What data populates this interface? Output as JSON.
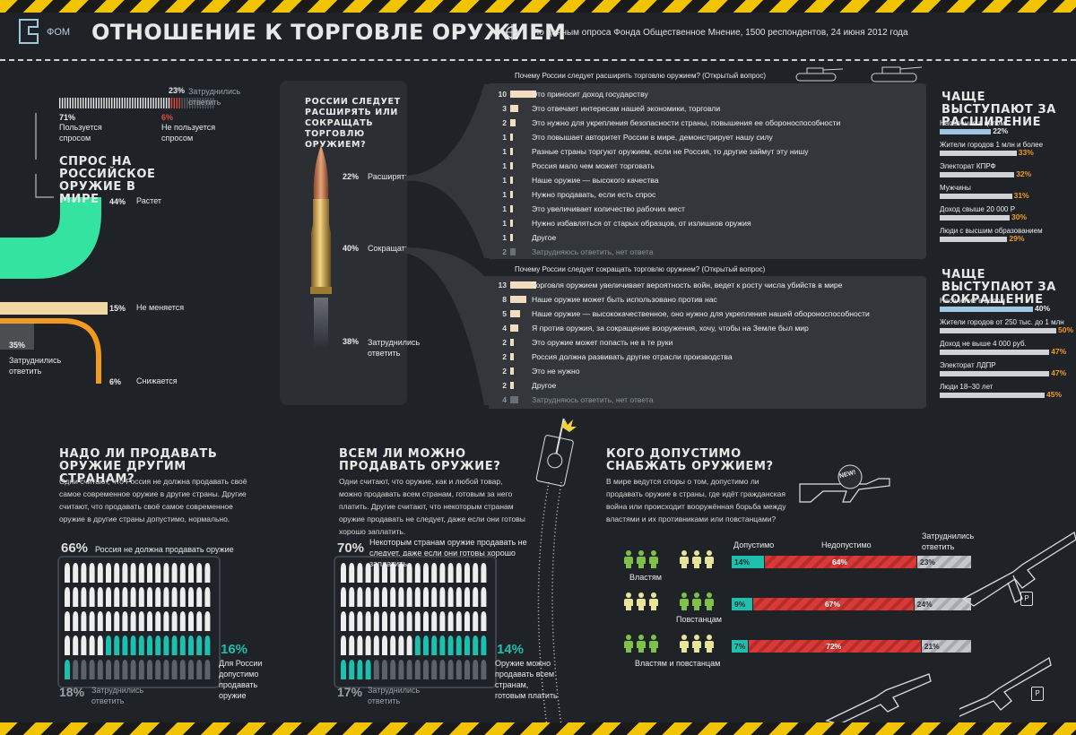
{
  "header": {
    "logo_text": "ФОМ",
    "title": "ОТНОШЕНИЕ К ТОРГОВЛЕ ОРУЖИЕМ",
    "source": "По данным опроса Фонда Общественное Мнение, 1500 респондентов, 24 июня 2012 года"
  },
  "colors": {
    "accent_green": "#35e3a1",
    "accent_orange": "#f39a1e",
    "accent_teal": "#1dbfae",
    "accent_red": "#d93a37",
    "hazard_yellow": "#f2c400"
  },
  "demand_poll": {
    "percents": [
      "71%",
      "6%",
      "23%"
    ],
    "labels": [
      "Пользуется спросом",
      "Не пользуется спросом",
      "Затруднились ответить"
    ]
  },
  "world_demand": {
    "title": "СПРОС НА РОССИЙСКОЕ ОРУЖИЕ В МИРЕ",
    "items": [
      {
        "pct": "44%",
        "label": "Растет"
      },
      {
        "pct": "15%",
        "label": "Не меняется"
      },
      {
        "pct": "6%",
        "label": "Снижается"
      },
      {
        "pct": "35%",
        "label": "Затруднились ответить"
      }
    ]
  },
  "center_question": {
    "title": "РОССИИ СЛЕДУЕТ РАСШИРЯТЬ ИЛИ СОКРАЩАТЬ ТОРГОВЛЮ ОРУЖИЕМ?",
    "options": [
      {
        "pct": "22%",
        "label": "Расширять"
      },
      {
        "pct": "40%",
        "label": "Сокращать"
      },
      {
        "pct": "38%",
        "label": "Затруднились ответить"
      }
    ]
  },
  "expand_reasons": {
    "question": "Почему России следует расширять торговлю оружием? (Открытый вопрос)",
    "rows": [
      {
        "n": "10",
        "text": "Это приносит доход государству"
      },
      {
        "n": "3",
        "text": "Это отвечает интересам нашей экономики, торговли"
      },
      {
        "n": "2",
        "text": "Это нужно для укрепления безопасности страны, повышения ее обороноспособности"
      },
      {
        "n": "1",
        "text": "Это повышает авторитет России в мире, демонстрирует нашу силу"
      },
      {
        "n": "1",
        "text": "Разные страны торгуют оружием, если не Россия, то другие займут эту нишу"
      },
      {
        "n": "1",
        "text": "Россия мало чем может торговать"
      },
      {
        "n": "1",
        "text": "Наше оружие — высокого качества"
      },
      {
        "n": "1",
        "text": "Нужно продавать, если есть спрос"
      },
      {
        "n": "1",
        "text": "Это увеличивает количество рабочих мест"
      },
      {
        "n": "1",
        "text": "Нужно избавляться от старых образцов, от излишков оружия"
      },
      {
        "n": "1",
        "text": "Другое"
      },
      {
        "n": "2",
        "text": "Затрудняюсь ответить, нет ответа"
      }
    ]
  },
  "reduce_reasons": {
    "question": "Почему России следует сокращать торговлю оружием? (Открытый вопрос)",
    "rows": [
      {
        "n": "13",
        "text": "Торговля оружием увеличивает вероятность войн, ведет к росту числа убийств в мире"
      },
      {
        "n": "8",
        "text": "Наше оружие может быть использовано против нас"
      },
      {
        "n": "5",
        "text": "Наше оружие — высококачественное, оно нужно для укрепления нашей обороноспособности"
      },
      {
        "n": "4",
        "text": "Я против оружия, за сокращение вооружения, хочу, чтобы на Земле был мир"
      },
      {
        "n": "2",
        "text": "Это оружие может попасть не в те руки"
      },
      {
        "n": "2",
        "text": "Россия должна развивать другие отрасли производства"
      },
      {
        "n": "2",
        "text": "Это не нужно"
      },
      {
        "n": "2",
        "text": "Другое"
      },
      {
        "n": "4",
        "text": "Затрудняюсь ответить, нет ответа"
      }
    ]
  },
  "expand_groups": {
    "title": "ЧАЩЕ ВЫСТУПАЮТ ЗА РАСШИРЕНИЕ",
    "items": [
      {
        "label": "Население в целом",
        "pct": "22%",
        "value": 22,
        "base": true
      },
      {
        "label": "Жители городов 1 млн и более",
        "pct": "33%",
        "value": 33
      },
      {
        "label": "Электорат КПРФ",
        "pct": "32%",
        "value": 32
      },
      {
        "label": "Мужчины",
        "pct": "31%",
        "value": 31
      },
      {
        "label": "Доход свыше 20 000 Р",
        "pct": "30%",
        "value": 30
      },
      {
        "label": "Люди с высшим образованием",
        "pct": "29%",
        "value": 29
      }
    ]
  },
  "reduce_groups": {
    "title": "ЧАЩЕ ВЫСТУПАЮТ ЗА СОКРАЩЕНИЕ",
    "items": [
      {
        "label": "Население в целом",
        "pct": "40%",
        "value": 40,
        "base": true
      },
      {
        "label": "Жители городов от 250 тыс. до 1 млн",
        "pct": "50%",
        "value": 50
      },
      {
        "label": "Доход не выше 4 000 руб.",
        "pct": "47%",
        "value": 47
      },
      {
        "label": "Электорат ЛДПР",
        "pct": "47%",
        "value": 47
      },
      {
        "label": "Люди 18–30 лет",
        "pct": "45%",
        "value": 45
      }
    ]
  },
  "sell_modern": {
    "title": "НАДО ЛИ ПРОДАВАТЬ ОРУЖИЕ ДРУГИМ СТРАНАМ?",
    "text": "Одни считают, что Россия не должна продавать своё самое современное оружие в другие страны. Другие считают, что продавать своё самое современное оружие в другие страны допустимо, нормально.",
    "main_pct": "66%",
    "main_label": "Россия не должна продавать оружие",
    "alt_pct": "16%",
    "alt_label": "Для России допустимо продавать оружие",
    "na_pct": "18%",
    "na_label": "Затруднились ответить",
    "shares": [
      66,
      16,
      18
    ]
  },
  "sell_all": {
    "title": "ВСЕМ ЛИ МОЖНО ПРОДАВАТЬ ОРУЖИЕ?",
    "text": "Одни считают, что оружие, как и любой товар, можно продавать всем странам, готовым за него платить. Другие считают, что некоторым странам оружие продавать не следует, даже если они готовы хорошо заплатить.",
    "main_pct": "70%",
    "main_label": "Некоторым странам оружие продавать не следует, даже если они готовы хорошо заплатить",
    "alt_pct": "14%",
    "alt_label": "Оружие можно продавать всем странам, готовым платить",
    "na_pct": "17%",
    "na_label": "Затруднились ответить",
    "shares": [
      70,
      14,
      17
    ]
  },
  "whom_supply": {
    "title": "КОГО ДОПУСТИМО СНАБЖАТЬ ОРУЖИЕМ?",
    "text": "В мире ведутся споры о том, допустимо ли продавать оружие в страны, где идёт гражданская война или происходит вооружённая борьба между властями и их противниками или повстанцами?",
    "badge": "NEW!",
    "headers": [
      "Допустимо",
      "Недопустимо",
      "Затруднились ответить"
    ],
    "rows": [
      {
        "label": "Властям",
        "values": [
          14,
          64,
          23
        ],
        "pcts": [
          "14%",
          "64%",
          "23%"
        ]
      },
      {
        "label": "Повстанцам",
        "values": [
          9,
          67,
          24
        ],
        "pcts": [
          "9%",
          "67%",
          "24%"
        ]
      },
      {
        "label": "Властям и повстанцам",
        "values": [
          7,
          72,
          21
        ],
        "pcts": [
          "7%",
          "72%",
          "21%"
        ]
      }
    ],
    "price_tag": "Р"
  },
  "chart_data": [
    {
      "type": "bar",
      "title": "Почему России следует расширять торговлю оружием? (Открытый вопрос)",
      "categories": [
        "Это приносит доход государству",
        "Это отвечает интересам нашей экономики, торговли",
        "Это нужно для укрепления безопасности страны, повышения ее обороноспособности",
        "Это повышает авторитет России в мире, демонстрирует нашу силу",
        "Разные страны торгуют оружием, если не Россия, то другие займут эту нишу",
        "Россия мало чем может торговать",
        "Наше оружие — высокого качества",
        "Нужно продавать, если есть спрос",
        "Это увеличивает количество рабочих мест",
        "Нужно избавляться от старых образцов, от излишков оружия",
        "Другое",
        "Затрудняюсь ответить, нет ответа"
      ],
      "values": [
        10,
        3,
        2,
        1,
        1,
        1,
        1,
        1,
        1,
        1,
        1,
        2
      ]
    },
    {
      "type": "bar",
      "title": "Почему России следует сокращать торговлю оружием? (Открытый вопрос)",
      "categories": [
        "Торговля оружием увеличивает вероятность войн, ведет к росту числа убийств в мире",
        "Наше оружие может быть использовано против нас",
        "Наше оружие — высококачественное, оно нужно для укрепления нашей обороноспособности",
        "Я против оружия, за сокращение вооружения, хочу, чтобы на Земле был мир",
        "Это оружие может попасть не в те руки",
        "Россия должна развивать другие отрасли производства",
        "Это не нужно",
        "Другое",
        "Затрудняюсь ответить, нет ответа"
      ],
      "values": [
        13,
        8,
        5,
        4,
        2,
        2,
        2,
        2,
        4
      ]
    },
    {
      "type": "bar",
      "title": "КОГО ДОПУСТИМО СНАБЖАТЬ ОРУЖИЕМ?",
      "categories": [
        "Властям",
        "Повстанцам",
        "Властям и повстанцам"
      ],
      "series": [
        {
          "name": "Допустимо",
          "values": [
            14,
            9,
            7
          ]
        },
        {
          "name": "Недопустимо",
          "values": [
            64,
            67,
            72
          ]
        },
        {
          "name": "Затруднились ответить",
          "values": [
            23,
            24,
            21
          ]
        }
      ]
    }
  ]
}
